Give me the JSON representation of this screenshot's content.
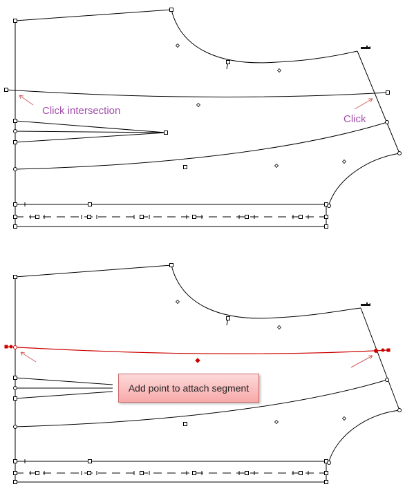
{
  "panel_top": {
    "annotation_left": "Click intersection",
    "annotation_right": "Click"
  },
  "panel_bottom": {
    "callout": "Add point to attach segment"
  },
  "colors": {
    "pattern_line": "#000000",
    "highlight_segment": "#cc0000",
    "annotation_text": "#a24dab",
    "arrow": "#d06060",
    "callout_fill": "#f7a9a9",
    "callout_border": "#cf6b6b"
  },
  "icons": [
    "cursor-hand-icon"
  ]
}
